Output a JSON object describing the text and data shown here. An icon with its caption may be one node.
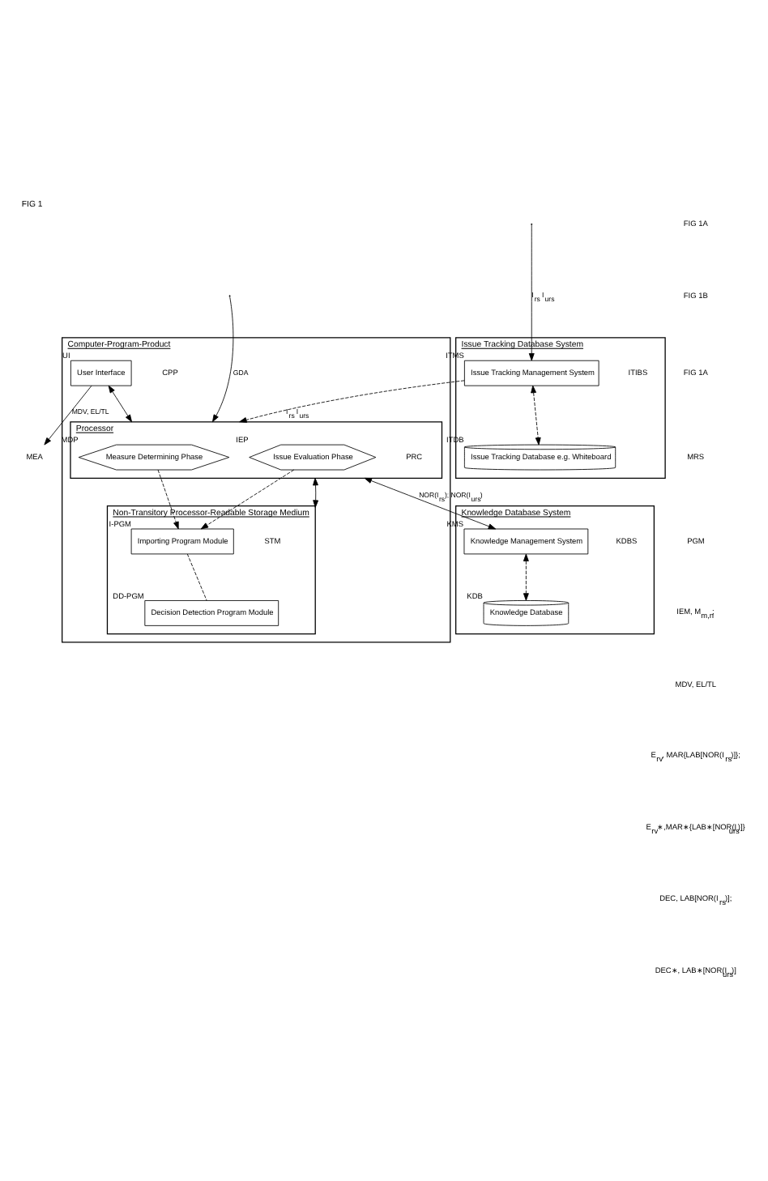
{
  "diagram": {
    "title": "FIG 1",
    "nodes": [
      {
        "text": [
          "Issue Tracking Database System"
        ],
        "beside": [
          "ITIBS"
        ]
      },
      {
        "text": [
          "Issue Tracking Management System"
        ],
        "in": 0,
        "beside": [
          "ITMS"
        ]
      },
      {
        "text": [
          "Issue Tracking Database e.g. Whiteboard"
        ],
        "in": 0,
        "beside": [
          "ITDB"
        ]
      },
      {
        "text": [
          "Computer-Program-Product"
        ],
        "beside": [
          "CPP"
        ]
      },
      {
        "text": [
          "User Interface"
        ],
        "in": 3,
        "beside": [
          "UI"
        ]
      },
      {
        "text": [
          "Processor"
        ],
        "in": 3,
        "beside": [
          "PRC"
        ]
      },
      {
        "text": [
          "Issue Evaluation Phase"
        ],
        "in": 5,
        "beside": [
          "IEP"
        ]
      },
      {
        "text": [
          "Measure Determining Phase"
        ],
        "in": 5,
        "beside": [
          "MDP"
        ]
      },
      {
        "text": [
          "Non-Transitory Processor-Readable Storage Medium"
        ],
        "in": 3,
        "beside": [
          "STM"
        ]
      },
      {
        "text": [
          "Importing Program Module"
        ],
        "in": 8,
        "beside": [
          "I-PGM"
        ]
      },
      {
        "text": [
          "Decision Detection Program Module"
        ],
        "in": 8,
        "beside": [
          "DD-PGM"
        ]
      },
      {
        "text": [
          "Knowledge Database System"
        ],
        "beside": [
          "KDBS"
        ]
      },
      {
        "text": [
          "Knowledge Management System"
        ],
        "in": 11,
        "beside": [
          "KMS"
        ]
      },
      {
        "text": [
          "Knowledge Database"
        ],
        "in": 11,
        "beside": [
          "KDB"
        ]
      },
      {
        "text": [
          "MEA"
        ]
      }
    ],
    "edges": [
      {
        "from": 1,
        "to": 5,
        "arrow": "to",
        "label": "I$_{rs}$ I$_{urs}$",
        "style": "dashed"
      },
      {
        "from": 1,
        "to": 2,
        "arrow": "both",
        "style": "dashed"
      },
      {
        "from": null,
        "to": 1,
        "arrow": "to",
        "label": "I$_{rs}$ I$_{urs}$"
      },
      {
        "from": null,
        "to": 5,
        "arrow": "to",
        "label": "GDA"
      },
      {
        "from": 4,
        "to": 5,
        "arrow": "both"
      },
      {
        "from": 5,
        "to": 8,
        "arrow": "both"
      },
      {
        "from": 6,
        "to": 9,
        "arrow": "to",
        "style": "dashed"
      },
      {
        "from": 7,
        "to": 9,
        "arrow": "to",
        "style": "dashed"
      },
      {
        "from": 9,
        "to": 10,
        "arrow": "none",
        "style": "dashed"
      },
      {
        "from": 4,
        "to": 14,
        "arrow": "to",
        "label": "MDV, EL/TL"
      },
      {
        "from": 5,
        "to": 12,
        "arrow": "both",
        "label": "NOR(I$_{rs}$); NOR(I$_{urs}$)"
      },
      {
        "from": 12,
        "to": 13,
        "arrow": "both",
        "style": "dashed"
      }
    ],
    "labels": [
      "FIG 1A",
      "FIG 1B",
      "FIG 1A",
      "MRS",
      "PGM",
      "IEM, M$_{m,n}$;",
      "MDV, EL/TL",
      "E$_{rv}$, MAR{LAB[NOR(I$_{rs}$)]};",
      "E$_{rv}$∗,MAR∗{LAB∗[NOR(I$_{urs}$)]}",
      "DEC, LAB[NOR(I$_{rs}$)];",
      "DEC∗, LAB∗[NOR(I$_{urs}$)]"
    ]
  }
}
